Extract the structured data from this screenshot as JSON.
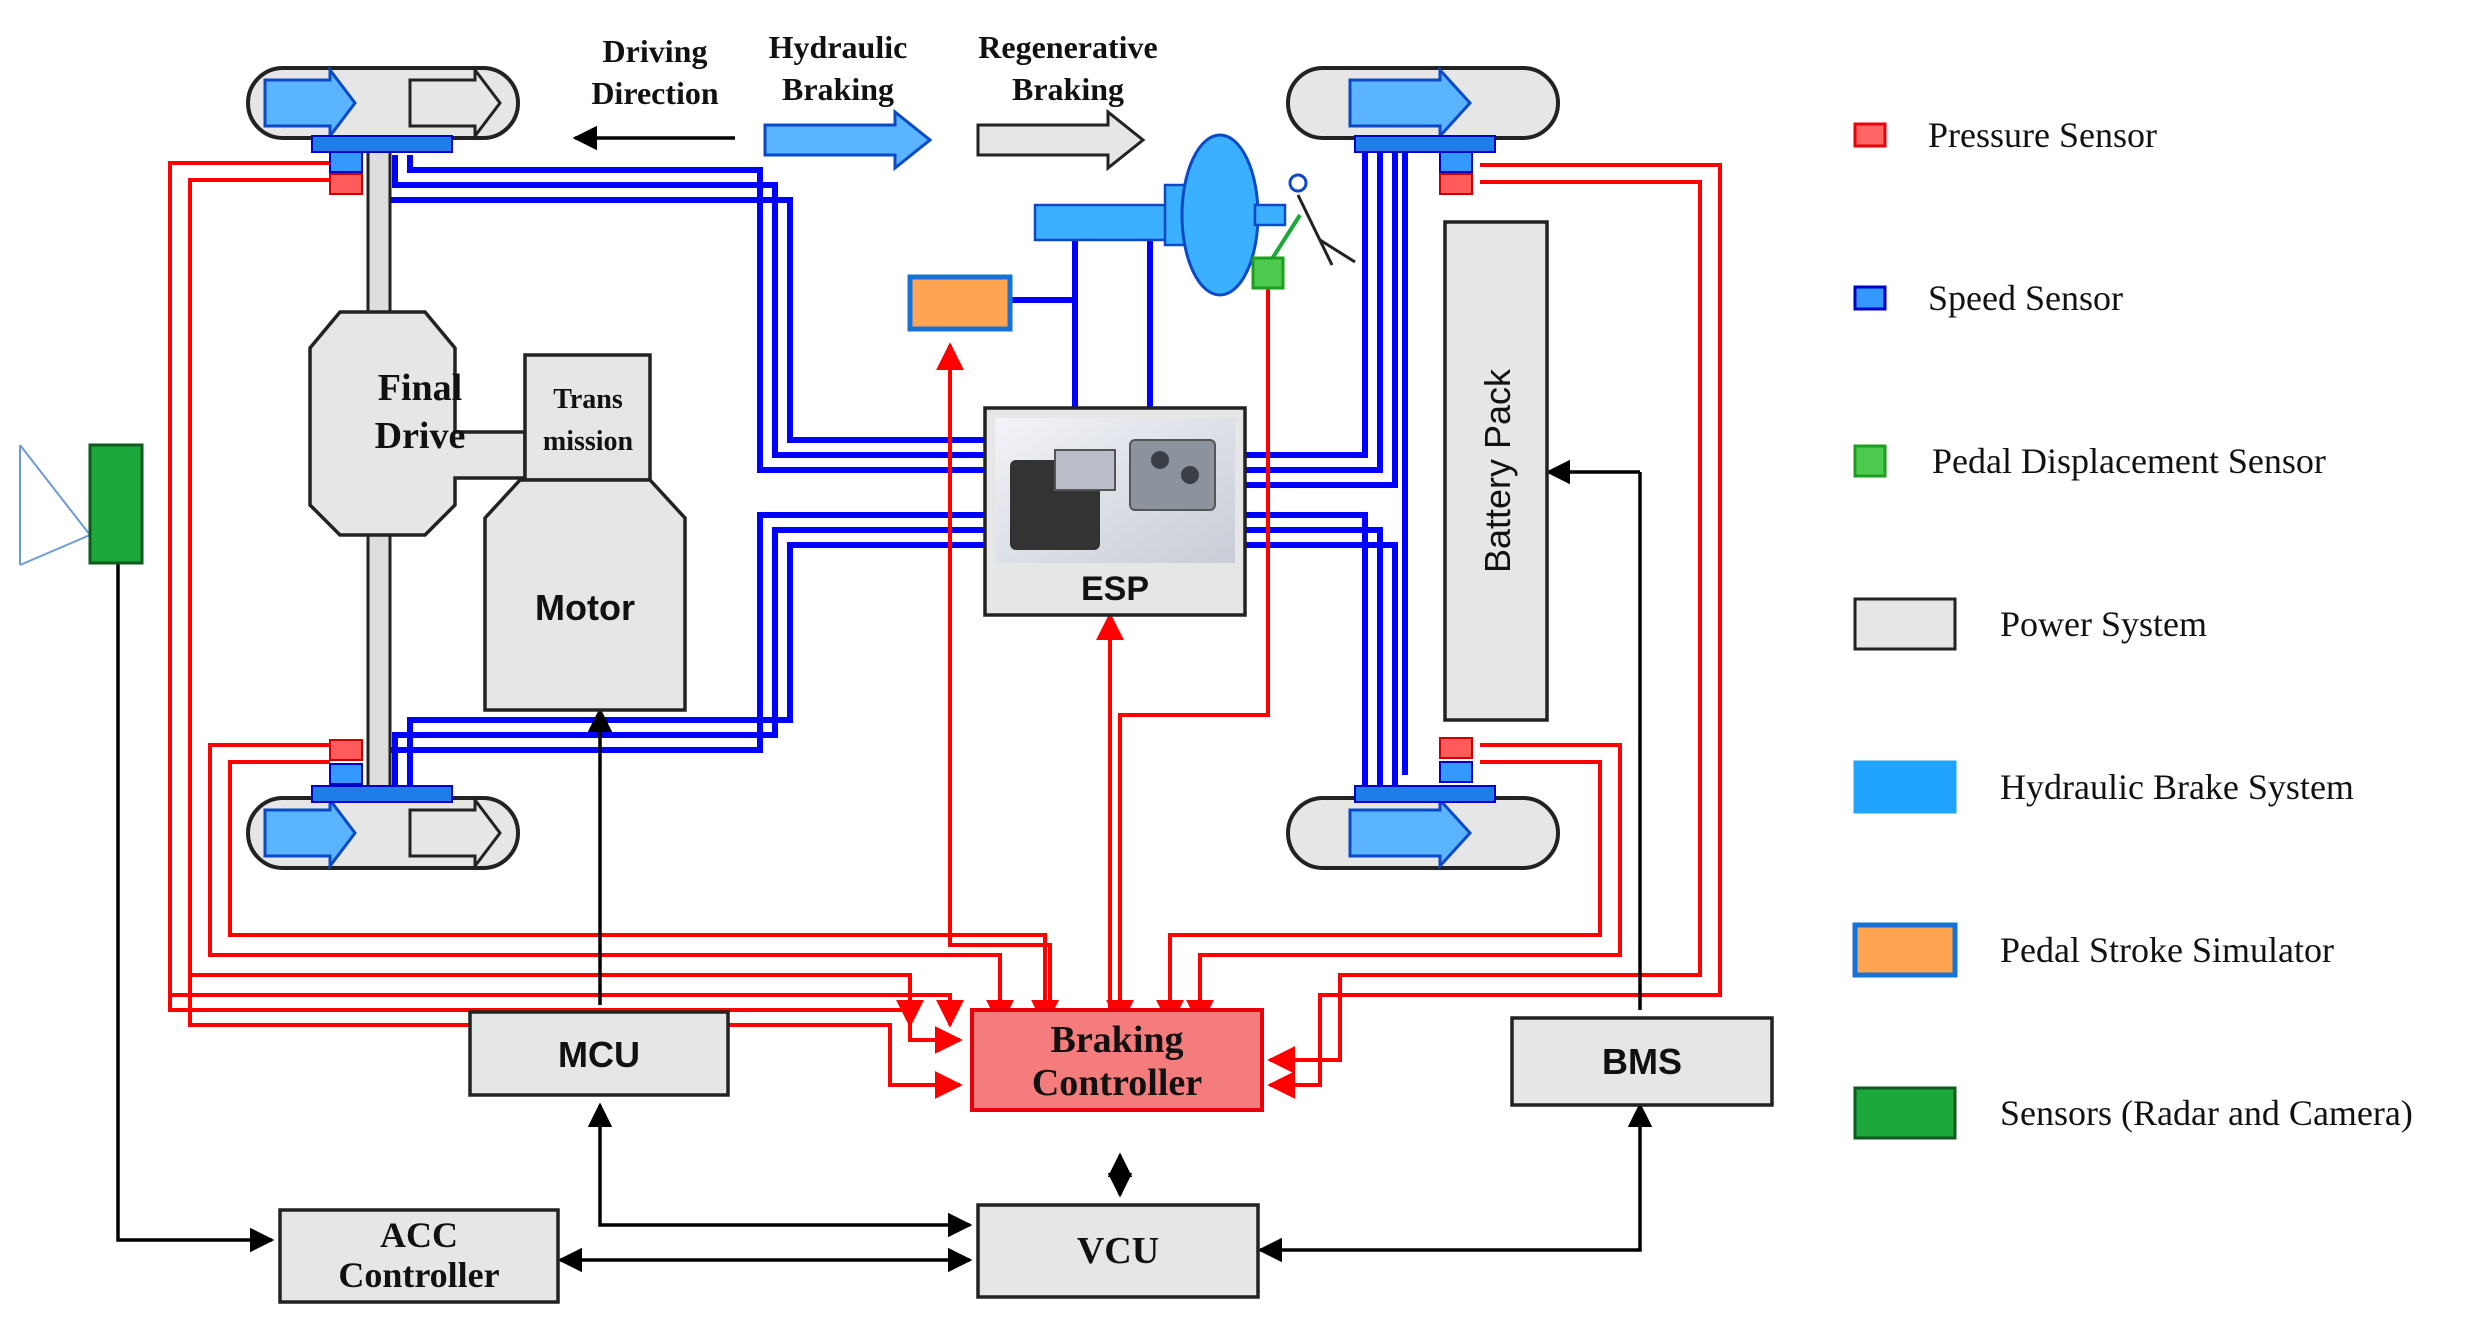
{
  "diagram": {
    "direction": {
      "driving": [
        "Driving",
        "Direction"
      ],
      "hydraulic": [
        "Hydraulic",
        "Braking"
      ],
      "regenerative": [
        "Regenerative",
        "Braking"
      ]
    },
    "blocks": {
      "final_drive": [
        "Final",
        "Drive"
      ],
      "transmission": [
        "Trans",
        "mission"
      ],
      "motor": "Motor",
      "esp": "ESP",
      "battery_pack": "Battery Pack",
      "mcu": "MCU",
      "braking_controller": [
        "Braking",
        "Controller"
      ],
      "bms": "BMS",
      "vcu": "VCU",
      "acc_controller": [
        "ACC",
        "Controller"
      ]
    },
    "legend": [
      {
        "label": "Pressure Sensor",
        "color": "#ff6666",
        "border": "#e8000b"
      },
      {
        "label": "Speed Sensor",
        "color": "#3399ff",
        "border": "#0000cc"
      },
      {
        "label": "Pedal Displacement Sensor",
        "color": "#4ecb4e",
        "border": "#1e9e1e"
      },
      {
        "label": "Power System",
        "color": "#e6e6e6",
        "border": "#222222"
      },
      {
        "label": "Hydraulic Brake System",
        "color": "#1fa3ff",
        "border": "#1fa3ff"
      },
      {
        "label": "Pedal Stroke Simulator",
        "color": "#ffa552",
        "border": "#1473d8"
      },
      {
        "label": "Sensors (Radar and Camera)",
        "color": "#1ca83a",
        "border": "#0d5a1c"
      }
    ],
    "colors": {
      "signal_red": "#ff0000",
      "speed_blue": "#0000ff",
      "hydraulic_blue": "#3ab0ff",
      "power_gray": "#e6e6e6",
      "controller_fill": "#f57c7c",
      "arrow_black": "#000000"
    }
  }
}
